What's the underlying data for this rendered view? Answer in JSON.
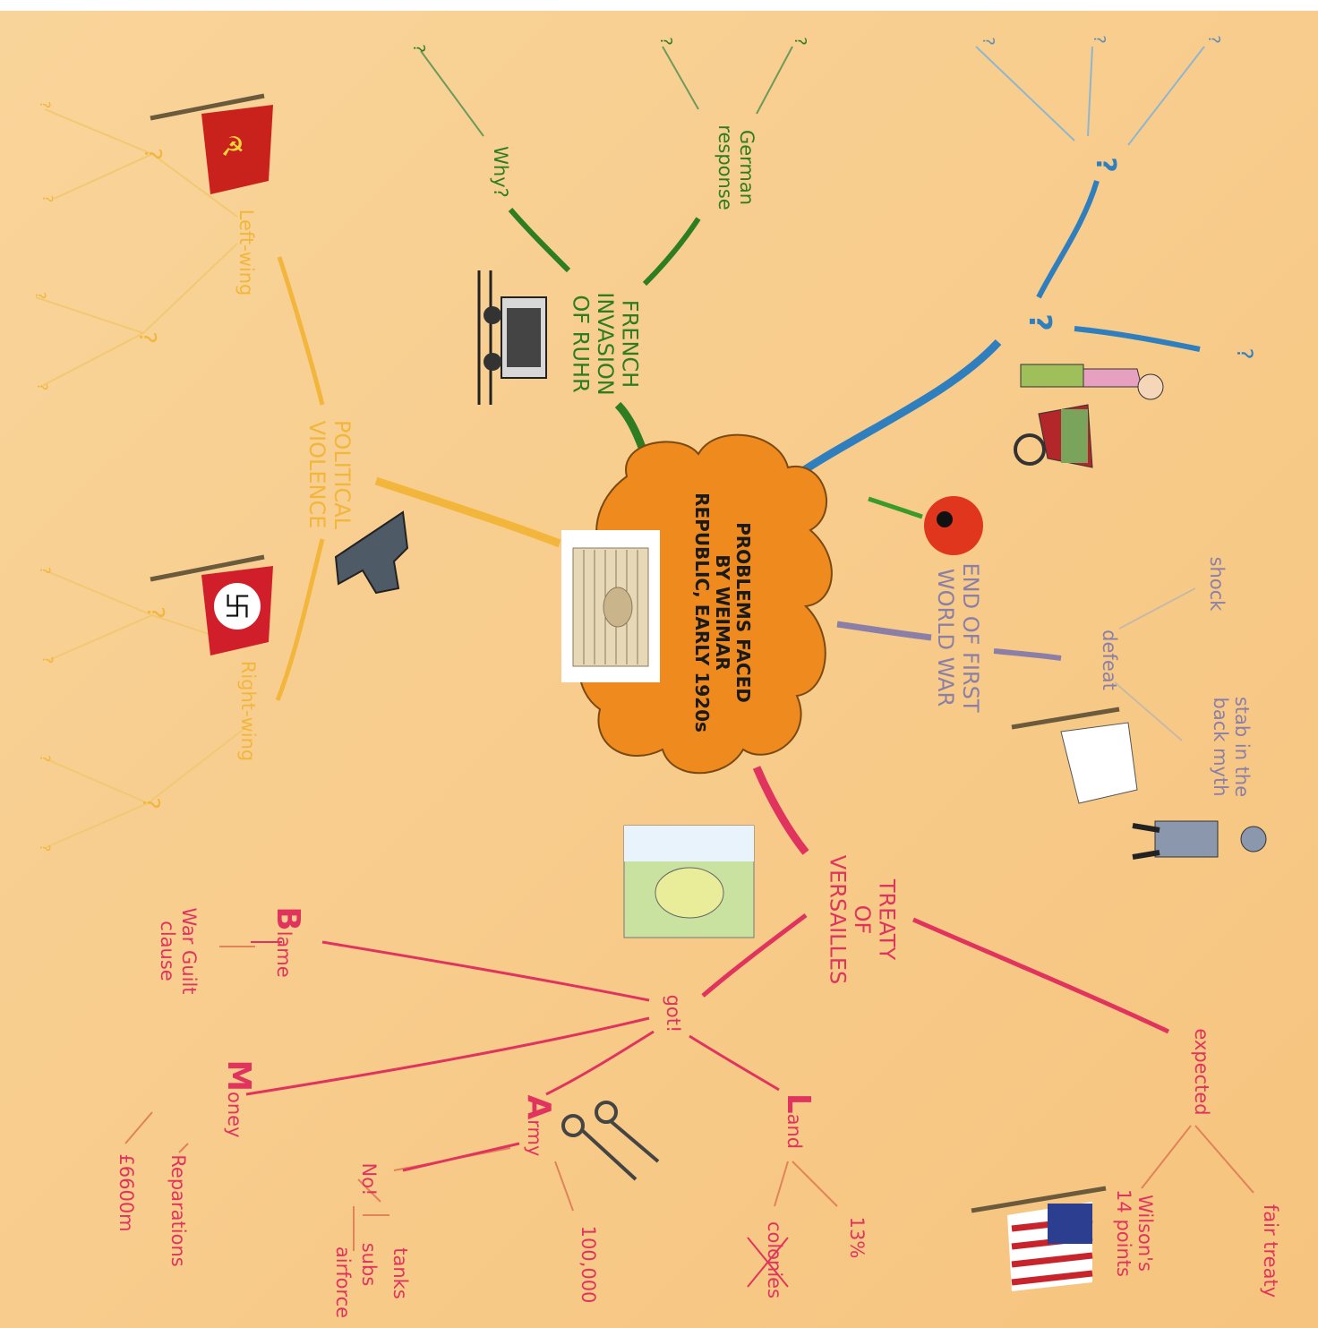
{
  "central": {
    "lines": [
      "PROBLEMS FACED",
      "BY WEIMAR",
      "REPUBLIC, EARLY 1920s"
    ],
    "color": "#ef8a1e"
  },
  "branches": {
    "inflation": {
      "color": "#2f7fbf",
      "q1": "?",
      "q2": "?",
      "q3": "?",
      "q4": "?",
      "q5": "?",
      "q6": "?"
    },
    "ruhr": {
      "color": "#2e7d21",
      "title_lines": [
        "FRENCH",
        "INVASION",
        "OF RUHR"
      ],
      "why": "Why?",
      "german_response_lines": [
        "German",
        "response"
      ],
      "q_why": "?",
      "q_resp1": "?",
      "q_resp2": "?"
    },
    "violence": {
      "color": "#f2b63c",
      "title_lines": [
        "POLITICAL",
        "VIOLENCE"
      ],
      "left_wing": "Left-wing",
      "right_wing": "Right-wing",
      "q": "?"
    },
    "end_war": {
      "color": "#8b7fa8",
      "title_lines": [
        "END OF FIRST",
        "WORLD WAR"
      ],
      "defeat": "defeat",
      "shock": "shock",
      "stab_lines": [
        "stab in the",
        "back myth"
      ]
    },
    "treaty": {
      "color": "#e0345f",
      "title_lines": [
        "TREATY",
        "OF",
        "VERSAILLES"
      ],
      "expected": "expected",
      "fair_treaty": "fair treaty",
      "wilson_lines": [
        "Wilson's",
        "14 points"
      ],
      "got": "got!",
      "blame_initial": "B",
      "blame_rest": "lame",
      "war_guilt_lines": [
        "War Guilt",
        "clause"
      ],
      "money_initial": "M",
      "money_rest": "oney",
      "reparations": "Reparations",
      "amount": "£6600m",
      "army_initial": "A",
      "army_rest": "rmy",
      "troops": "100,000",
      "no": "No!",
      "tanks": "tanks",
      "subs": "subs",
      "airforce": "airforce",
      "land_initial": "L",
      "land_rest": "and",
      "land_pct": "13%",
      "colonies": "colonies"
    }
  },
  "colors": {
    "paper": "#f8c98a",
    "paper_light": "#fbd69b"
  }
}
